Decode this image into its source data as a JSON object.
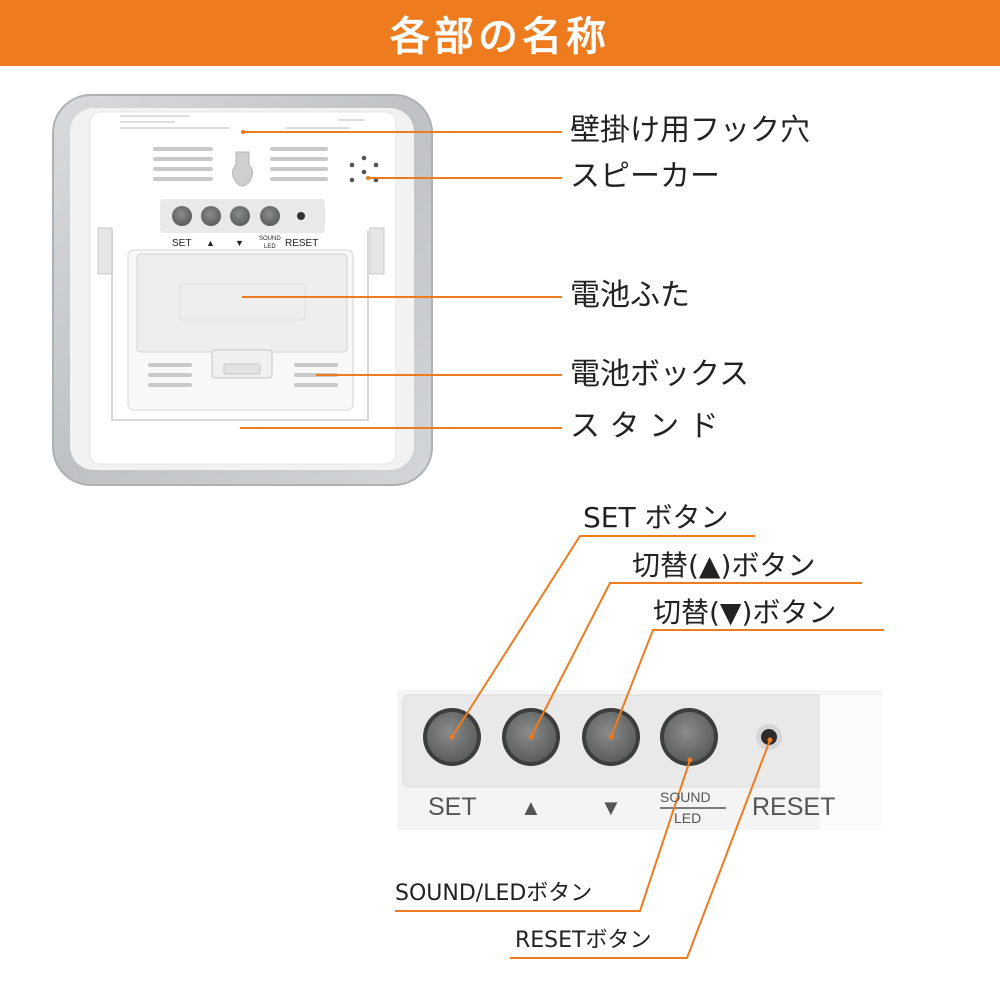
{
  "header": {
    "title": "各部の名称"
  },
  "colors": {
    "accent": "#ee7b1e",
    "header_text": "#ffffff",
    "button_gray": "#6b6d6d",
    "case_silver": "#c8cbcd"
  },
  "part_labels": {
    "hook_hole": "壁掛け用フック穴",
    "speaker": "スピーカー",
    "battery_cover": "電池ふた",
    "battery_box": "電池ボックス",
    "stand": "ス タ ン ド"
  },
  "back_panel_buttons": {
    "set": "SET",
    "up": "▲",
    "down": "▼",
    "sound": "SOUND",
    "led": "LED",
    "reset": "RESET"
  },
  "button_labels": {
    "set": "SET ボタン",
    "up": "切替(▲)ボタン",
    "down": "切替(▼)ボタン",
    "sound_led": "SOUND/LEDボタン",
    "reset": "RESETボタン"
  },
  "zoom_panel": {
    "set": "SET",
    "up": "▲",
    "down": "▼",
    "sound": "SOUND",
    "led": "LED",
    "reset": "RESET"
  }
}
